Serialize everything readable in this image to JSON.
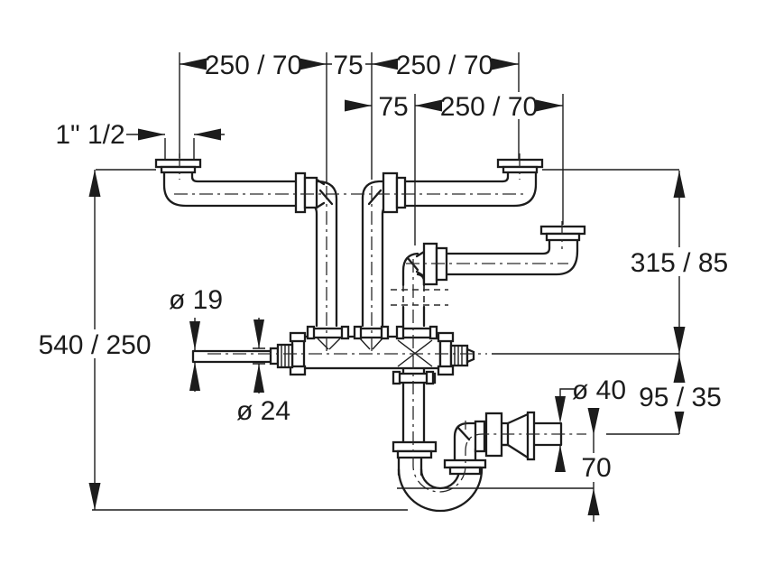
{
  "drawing": {
    "title": "sink-drain-siphon-dimension-drawing",
    "type": "technical line drawing",
    "subject": "double-bowl sink drain / siphon assembly with dimension annotations",
    "units_hint": "mm (dual values) and inches (thread size)",
    "style": {
      "line_color": "#1c1c1c",
      "background": "#ffffff"
    }
  },
  "labels": {
    "top_left_span": "250 / 70",
    "top_gap": "75",
    "top_right_span": "250 / 70",
    "row2_gap": "75",
    "row2_span": "250 / 70",
    "inlet_thread": "1\" 1/2",
    "overall_height": "540 / 250",
    "right_upper_height": "315 / 85",
    "right_lower_height": "95 / 35",
    "outlet_drop": "70",
    "overflow_tube_dia": "ø 19",
    "overflow_sleeve_dia": "ø 24",
    "outlet_dia": "ø 40"
  }
}
